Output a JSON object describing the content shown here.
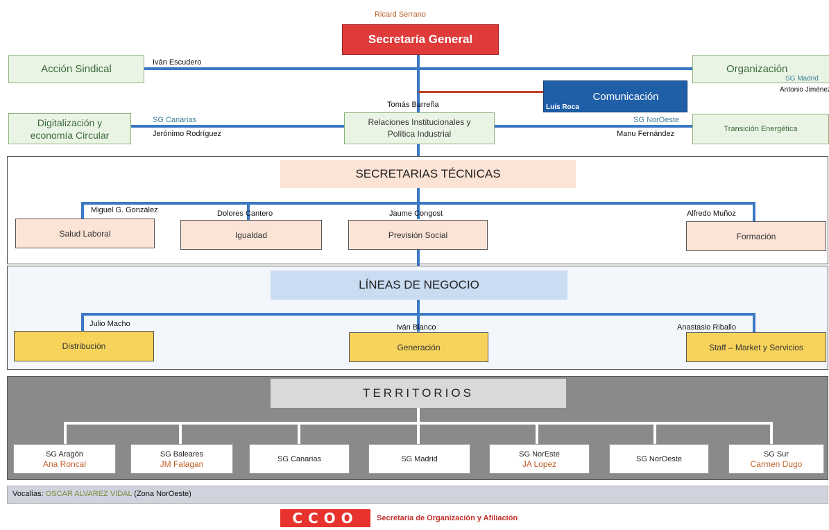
{
  "top": {
    "leader_name": "Ricard Serrano",
    "secretaria_general": "Secretaría General"
  },
  "upper": {
    "accion_sindical": {
      "title": "Acción Sindical",
      "person": "Iván Escudero"
    },
    "organizacion": {
      "title": "Organización",
      "sg": "SG Madrid",
      "person": "Antonio Jiménez"
    },
    "comunicacion": {
      "title": "Comunicación",
      "person": "Luis Roca"
    },
    "digitalizacion": {
      "title_line1": "Digitalización y",
      "title_line2": "economía Circular",
      "sg": "SG Canarias",
      "person": "Jerónimo Rodríguez"
    },
    "relaciones": {
      "title_line1": "Relaciones Institucionales y",
      "title_line2": "Política Industrial",
      "person": "Tomás Barreña"
    },
    "transicion": {
      "title": "Transición Energética",
      "sg": "SG NorOeste",
      "person": "Manu Fernández"
    }
  },
  "tecnicas": {
    "header": "SECRETARIAS TÉCNICAS",
    "items": [
      {
        "title": "Salud Laboral",
        "person": "Miguel G. González"
      },
      {
        "title": "Igualdad",
        "person": "Dolores Cantero"
      },
      {
        "title": "Previsión Social",
        "person": "Jaume Congost"
      },
      {
        "title": "Formación",
        "person": "Alfredo Muñoz"
      }
    ]
  },
  "negocio": {
    "header": "LÍNEAS DE NEGOCIO",
    "items": [
      {
        "title": "Distribución",
        "person": "Julio Macho"
      },
      {
        "title": "Generación",
        "person": "Iván Blanco"
      },
      {
        "title": "Staff – Market y Servicios",
        "person": "Anastasio Riballo"
      }
    ]
  },
  "territorios": {
    "header": "TERRITORIOS",
    "items": [
      {
        "title": "SG Aragón",
        "person": "Ana Roncal"
      },
      {
        "title": "SG Baleares",
        "person": "JM Falagan"
      },
      {
        "title": "SG Canarias",
        "person": ""
      },
      {
        "title": "SG Madrid",
        "person": ""
      },
      {
        "title": "SG NorEste",
        "person": "JA Lopez"
      },
      {
        "title": "SG NorOeste",
        "person": ""
      },
      {
        "title": "SG Sur",
        "person": "Carmen Dugo"
      }
    ]
  },
  "footer": {
    "vocalias_label": "Vocalías:",
    "vocalias_name": "OSCAR ALVAREZ VIDAL",
    "vocalias_zone": "(Zona NorOeste)",
    "logo_text": "CCOO",
    "org_text": "Secretaria de Organización y Afiliación"
  },
  "colors": {
    "secretaria_general": "#e03b3b",
    "comunicacion": "#1f5fa8",
    "line_blue": "#3b79c4",
    "territorios_bg": "#8a8a8a",
    "brand_red": "#e8322e"
  }
}
